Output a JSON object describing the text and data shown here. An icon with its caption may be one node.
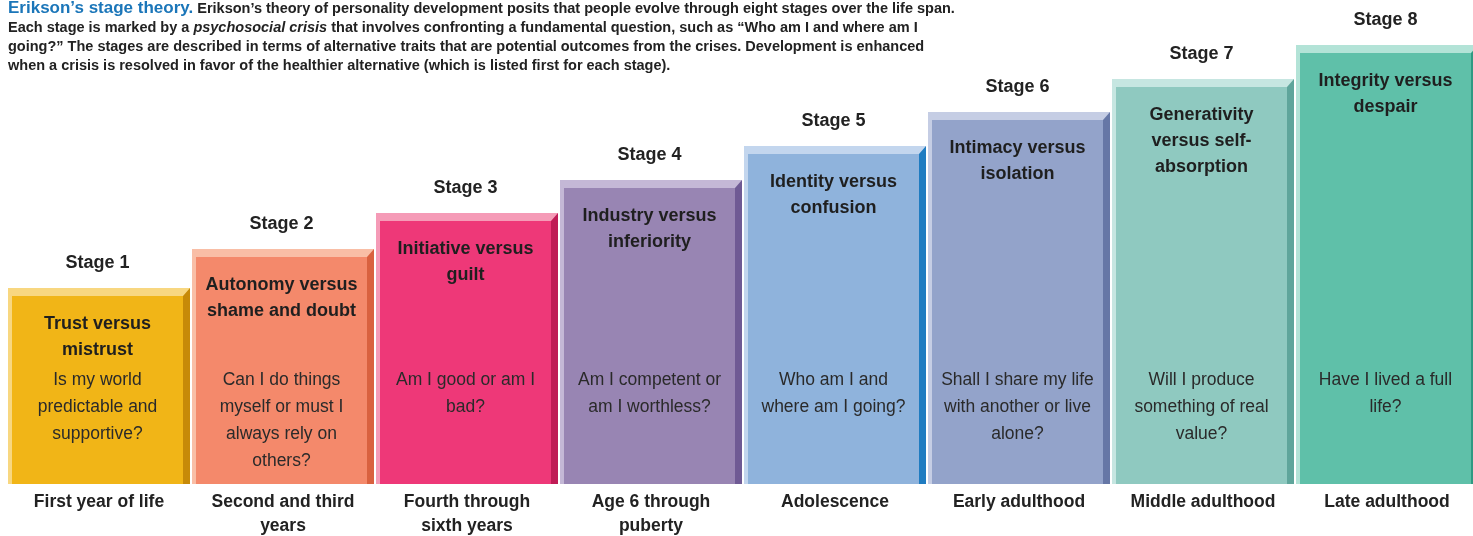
{
  "diagram": {
    "title": "Erikson’s stage theory.",
    "caption": "Erikson’s theory of personality development posits that people evolve through eight stages over the life span. Each stage is marked by a *psychosocial crisis* that involves confronting a fundamental question, such as “Who am I and where am I going?” The stages are described in terms of alternative traits that are potential outcomes from the crises. Development is enhanced when a crisis is resolved in favor of the healthier alternative (which is listed first for each stage).",
    "nodes": [
      {
        "text": [
          "Stage 1",
          "Trust versus mistrust",
          "Is my world predictable and supportive?"
        ],
        "beside": [
          "First year of life"
        ]
      },
      {
        "text": [
          "Stage 2",
          "Autonomy versus shame and doubt",
          "Can I do things myself or must I always rely on others?"
        ],
        "beside": [
          "Second and third years"
        ]
      },
      {
        "text": [
          "Stage 3",
          "Initiative versus guilt",
          "Am I good or am I bad?"
        ],
        "beside": [
          "Fourth through sixth years"
        ]
      },
      {
        "text": [
          "Stage 4",
          "Industry versus inferiority",
          "Am I competent or am I worthless?"
        ],
        "beside": [
          "Age 6 through puberty"
        ]
      },
      {
        "text": [
          "Stage 5",
          "Identity versus confusion",
          "Who am I and where am I going?"
        ],
        "beside": [
          "Adolescence"
        ]
      },
      {
        "text": [
          "Stage 6",
          "Intimacy versus isolation",
          "Shall I share my life with another or live alone?"
        ],
        "beside": [
          "Early adulthood"
        ]
      },
      {
        "text": [
          "Stage 7",
          "Generativity versus self-absorption",
          "Will I produce something of real value?"
        ],
        "beside": [
          "Middle adulthood"
        ]
      },
      {
        "text": [
          "Stage 8",
          "Integrity versus despair",
          "Have I lived a full life?"
        ],
        "beside": [
          "Late adulthood"
        ]
      }
    ]
  }
}
